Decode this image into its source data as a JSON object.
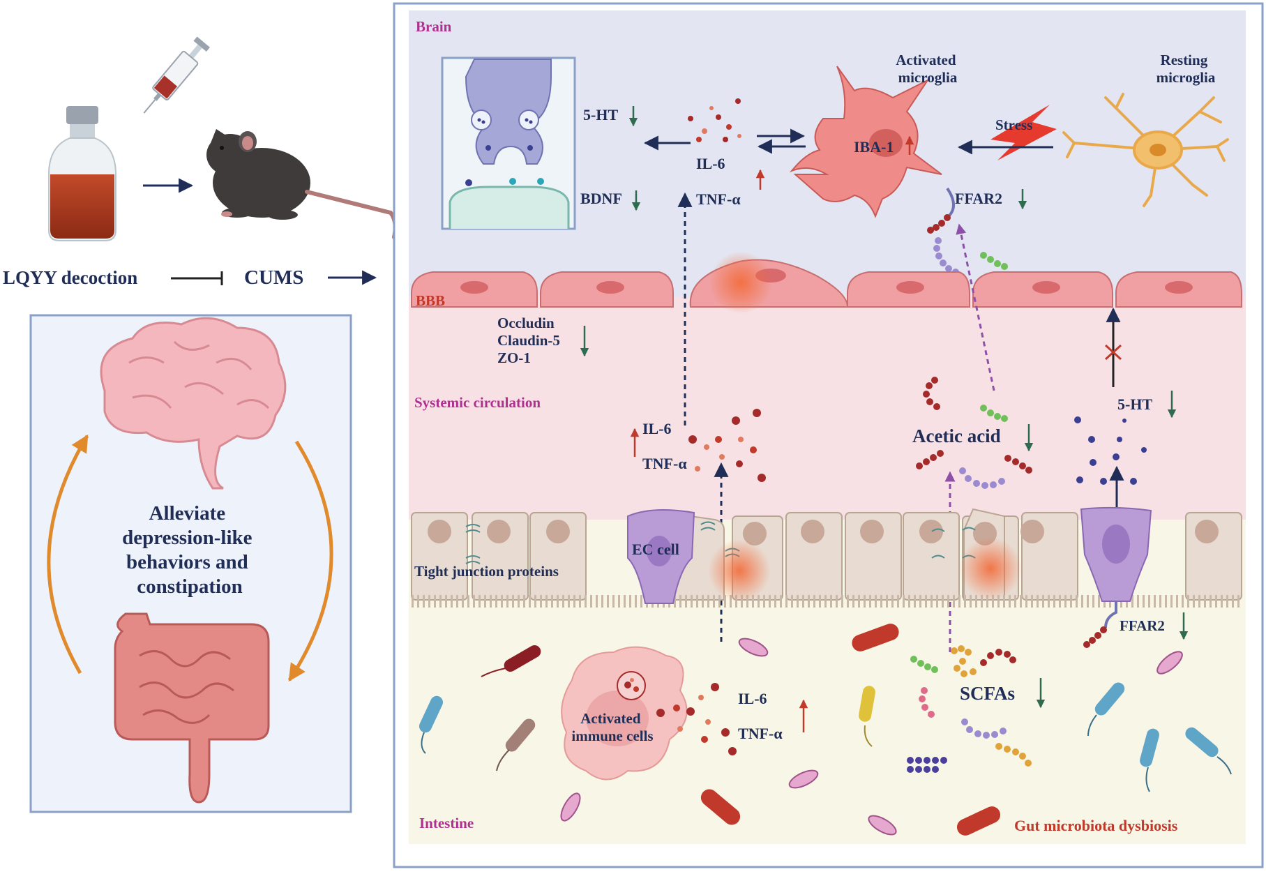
{
  "left_panel": {
    "decoction_label": "LQYY decoction",
    "cums_label": "CUMS",
    "outcome_lines": [
      "Alleviate",
      "depression-like",
      "behaviors and",
      "constipation"
    ]
  },
  "regions": {
    "brain": "Brain",
    "bbb": "BBB",
    "systemic": "Systemic circulation",
    "intestine": "Intestine"
  },
  "brain": {
    "serotonin": "5-HT",
    "bdnf": "BDNF",
    "il6": "IL-6",
    "tnf": "TNF-α",
    "activated_microglia_lines": [
      "Activated",
      "microglia"
    ],
    "resting_microglia_lines": [
      "Resting",
      "microglia"
    ],
    "stress": "Stress",
    "iba1": "IBA-1",
    "ffar2": "FFAR2"
  },
  "bbb_proteins": [
    "Occludin",
    "Claudin-5",
    "ZO-1"
  ],
  "systemic": {
    "il6": "IL-6",
    "tnf": "TNF-α",
    "acetic_acid": "Acetic acid",
    "serotonin": "5-HT"
  },
  "epithelium": {
    "ec_cell": "EC cell",
    "tight_junction": "Tight junction proteins",
    "ffar2": "FFAR2"
  },
  "intestine": {
    "activated_immune_lines": [
      "Activated",
      "immune cells"
    ],
    "il6": "IL-6",
    "tnf": "TNF-α",
    "scfas": "SCFAs",
    "dysbiosis": "Gut microbiota dysbiosis"
  },
  "colors": {
    "navy": "#1f2d57",
    "red_arrow": "#c0392b",
    "green_arrow": "#2e6b4f",
    "brain_bg": "#e3e6f2",
    "systemic_bg": "#f7e1e5",
    "intestine_bg": "#f8f6e6",
    "region_label": "#b0308f",
    "dysbiosis": "#c0392b",
    "orange_cycle": "#e08a2c",
    "dotted_purple": "#8d4fa8"
  }
}
